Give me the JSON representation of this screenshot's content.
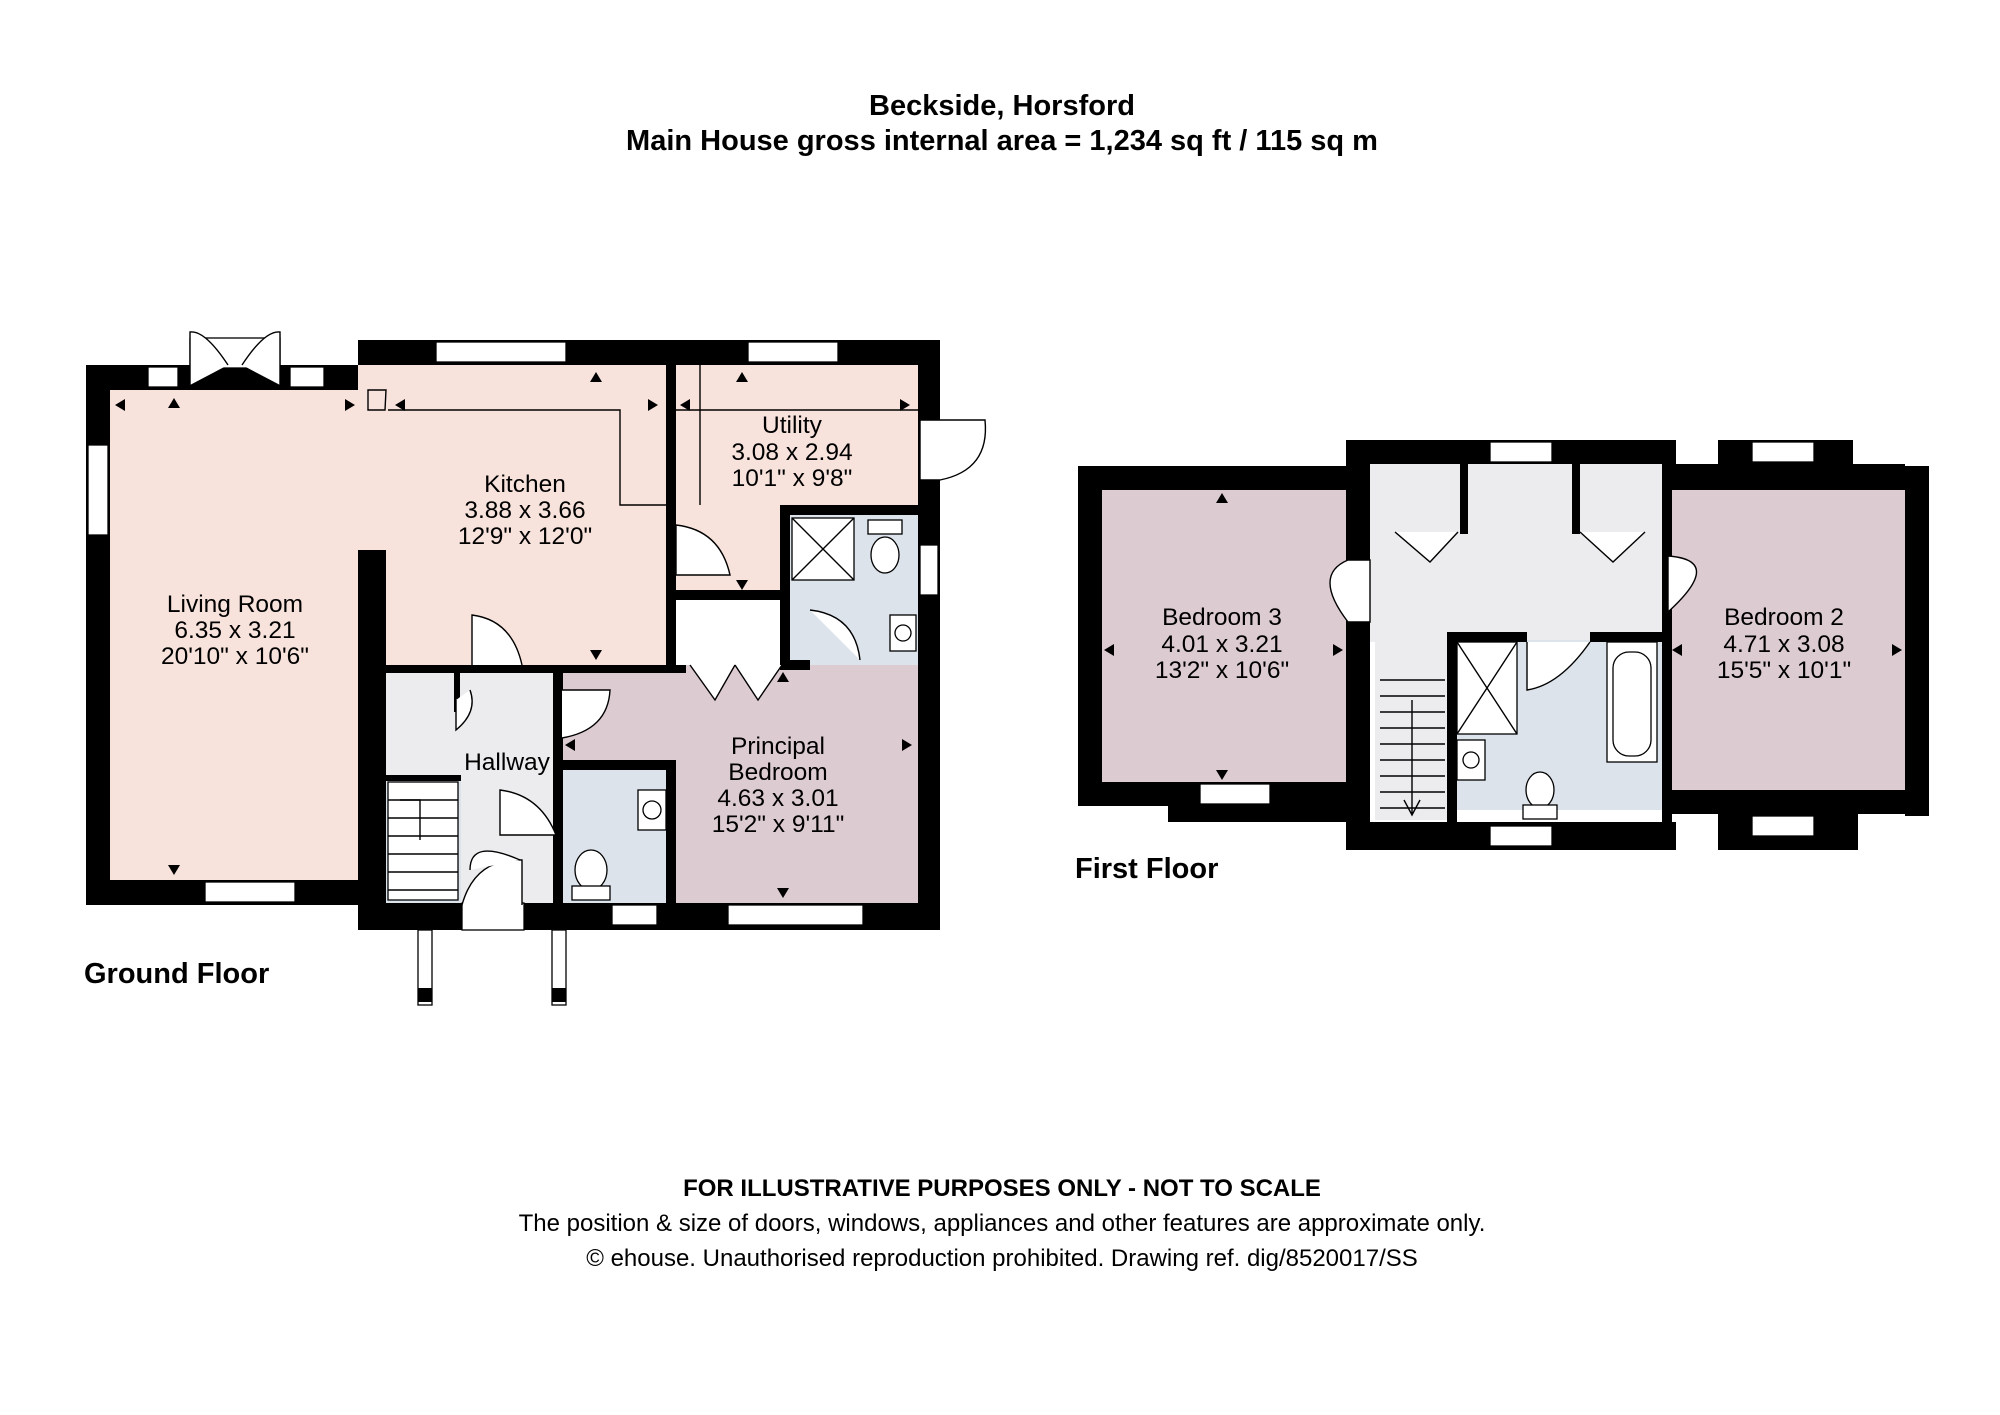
{
  "header": {
    "title": "Beckside, Horsford",
    "subtitle": "Main House gross internal area = 1,234 sq ft / 115 sq m"
  },
  "colors": {
    "living_kitchen_fill": "#f8e3dc",
    "bedroom_fill": "#ddcbd2",
    "bath_fill": "#dce3ea",
    "circulation_fill": "#ececee",
    "wall": "#000000"
  },
  "ground_floor": {
    "label": "Ground Floor",
    "rooms": [
      {
        "name": "Living Room",
        "metric": "6.35 x 3.21",
        "imperial": "20'10\" x 10'6\""
      },
      {
        "name": "Kitchen",
        "metric": "3.88 x 3.66",
        "imperial": "12'9\" x 12'0\""
      },
      {
        "name": "Utility",
        "metric": "3.08 x 2.94",
        "imperial": "10'1\" x 9'8\""
      },
      {
        "name_line1": "Principal",
        "name_line2": "Bedroom",
        "metric": "4.63 x 3.01",
        "imperial": "15'2\" x 9'11\""
      },
      {
        "name": "Hallway"
      }
    ]
  },
  "first_floor": {
    "label": "First Floor",
    "rooms": [
      {
        "name": "Bedroom 3",
        "metric": "4.01 x 3.21",
        "imperial": "13'2\" x 10'6\""
      },
      {
        "name": "Bedroom 2",
        "metric": "4.71 x 3.08",
        "imperial": "15'5\" x 10'1\""
      }
    ]
  },
  "footer": {
    "line1": "FOR ILLUSTRATIVE PURPOSES ONLY - NOT TO SCALE",
    "line2": "The position & size of doors, windows, appliances and other features are approximate only.",
    "line3": "© ehouse. Unauthorised reproduction prohibited. Drawing ref. dig/8520017/SS"
  }
}
